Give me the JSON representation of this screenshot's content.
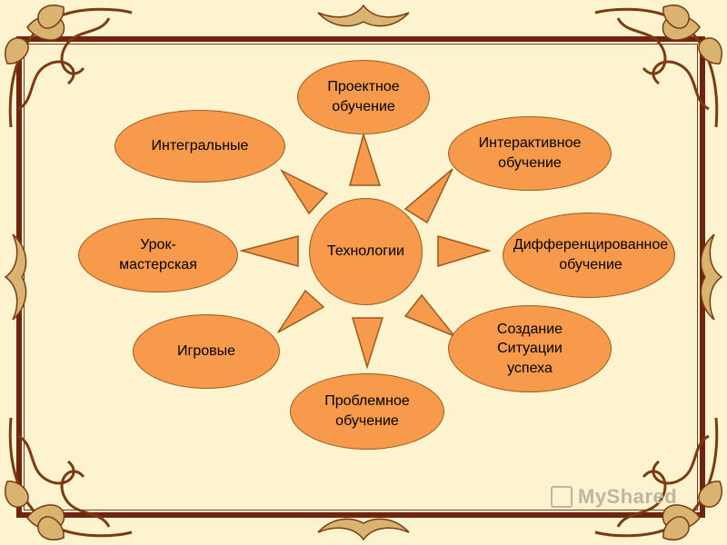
{
  "diagram": {
    "center": "Технологии",
    "nodes": {
      "project": "Проектное\nобучение",
      "interactive": "Интерактивное\nобучение",
      "differentiated": "Дифференцированное\nобучение",
      "success": "Создание\nСитуации\nуспеха",
      "problem": "Проблемное\nобучение",
      "game": "Игровые",
      "workshop": "Урок-\nмастерская",
      "integral": "Интегральные"
    }
  },
  "watermark": {
    "text": "MyShared"
  },
  "colors": {
    "node_fill": "#f79a4c",
    "node_border": "#9c5a1e",
    "background": "#fdf4cf",
    "frame": "#6f2410",
    "ornament": "#c9a463"
  }
}
